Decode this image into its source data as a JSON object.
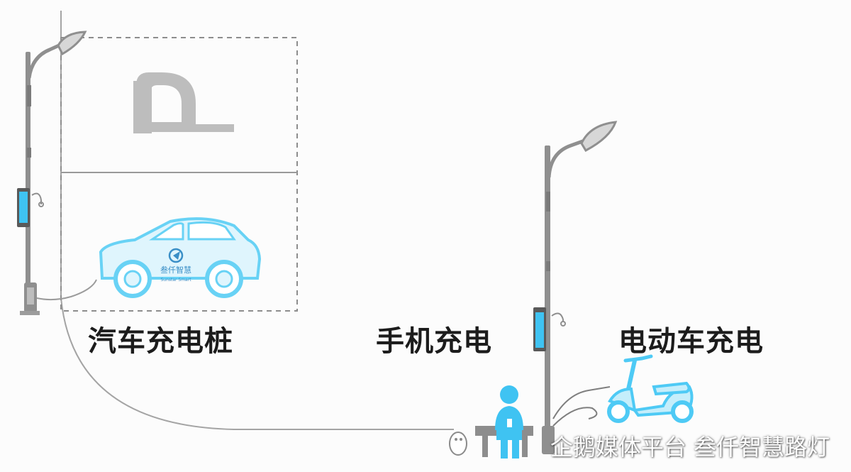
{
  "parking_sign": "P",
  "car_badge": {
    "brand_cn": "叁仟智慧",
    "brand_en": "Sunstar Smart"
  },
  "labels": {
    "ev_charging": "汽车充电桩",
    "phone_charging": "手机充电",
    "ebike_charging": "电动车充电"
  },
  "watermark": {
    "text": "企鹅媒体平台 叁仟智慧路灯"
  },
  "colors": {
    "accent_blue": "#3fc3f2",
    "pole_gray": "#8f8f8f",
    "line_gray": "#9a9a9a",
    "sign_gray": "#b9b9b9"
  },
  "icons": [
    "streetlight-pole-icon",
    "parking-p-icon",
    "electric-car-icon",
    "person-sitting-icon",
    "electric-scooter-icon",
    "penguin-logo-icon"
  ]
}
